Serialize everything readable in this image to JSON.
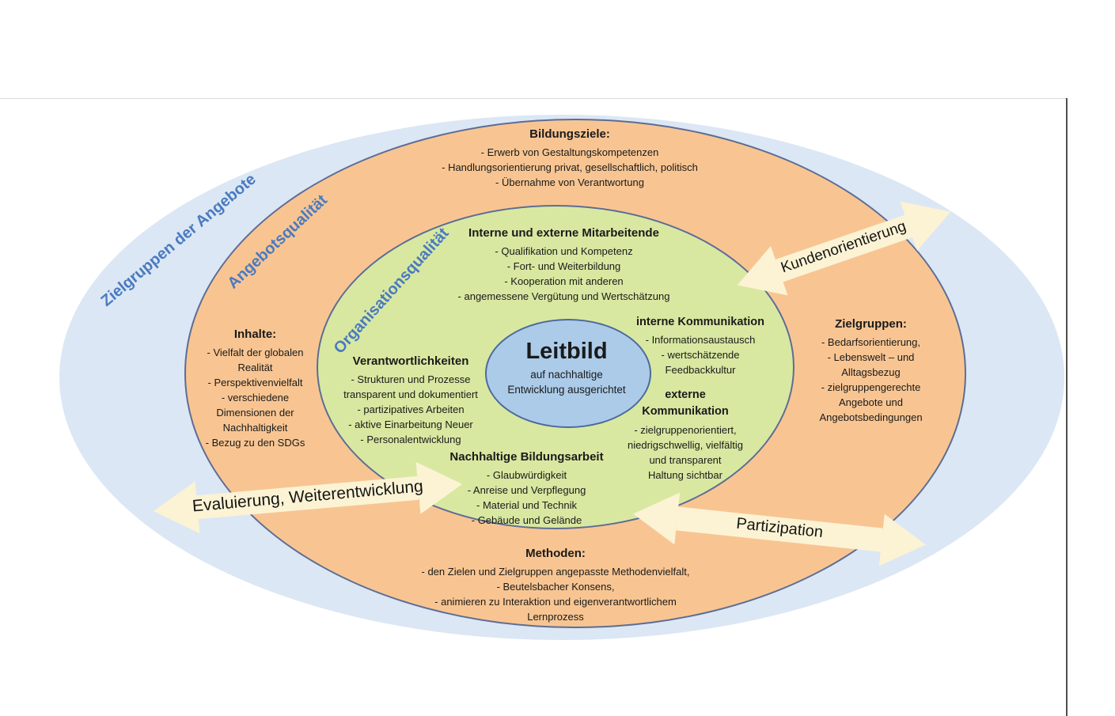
{
  "colors": {
    "outer_ring_fill": "#dbe7f4",
    "offer_ring_fill": "#f8c592",
    "organisation_ring_fill": "#d8e8a1",
    "core_fill": "#abcbe9",
    "ring_outline": "#5d6d96",
    "arrow_fill": "#fcf3d4",
    "ring_label_text": "#4a7ac0",
    "body_text": "#1a1a1a"
  },
  "rings": [
    {
      "label": "Zielgruppen der Angebote"
    },
    {
      "label": "Angebotsqualität"
    },
    {
      "label": "Organisationsqualität"
    }
  ],
  "center": {
    "title": "Leitbild",
    "subtitle_lines": [
      "auf nachhaltige",
      "Entwicklung ausgerichtet"
    ]
  },
  "arrows": [
    {
      "label": "Kundenorientierung"
    },
    {
      "label": "Evaluierung, Weiterentwicklung"
    },
    {
      "label": "Partizipation"
    }
  ],
  "blocks": {
    "bildungsziele": {
      "title": "Bildungsziele:",
      "lines": [
        "- Erwerb von Gestaltungskompetenzen",
        "- Handlungsorientierung privat, gesellschaftlich, politisch",
        "- Übernahme von Verantwortung"
      ]
    },
    "mitarbeitende": {
      "title": "Interne und externe Mitarbeitende",
      "lines": [
        "- Qualifikation und Kompetenz",
        "- Fort- und Weiterbildung",
        "- Kooperation mit anderen",
        "- angemessene Vergütung und Wertschätzung"
      ]
    },
    "inhalte": {
      "title": "Inhalte:",
      "lines": [
        "- Vielfalt der globalen",
        "Realität",
        "- Perspektivenvielfalt",
        "- verschiedene",
        "Dimensionen der",
        "Nachhaltigkeit",
        "- Bezug zu den SDGs"
      ]
    },
    "verantwortlichkeiten": {
      "title": "Verantwortlichkeiten",
      "lines": [
        "- Strukturen und Prozesse",
        "transparent und dokumentiert",
        "- partizipatives Arbeiten",
        "- aktive Einarbeitung Neuer",
        "- Personalentwicklung"
      ]
    },
    "interne_kommunikation": {
      "title": "interne Kommunikation",
      "lines": [
        "- Informationsaustausch",
        "- wertschätzende",
        "Feedbackkultur"
      ]
    },
    "externe_kommunikation": {
      "title": "externe Kommunikation",
      "lines": [
        "- zielgruppenorientiert,",
        "niedrigschwellig, vielfältig",
        "und transparent",
        "Haltung sichtbar"
      ]
    },
    "zielgruppen": {
      "title": "Zielgruppen:",
      "lines": [
        "- Bedarfsorientierung,",
        "- Lebenswelt – und",
        "Alltagsbezug",
        "- zielgruppengerechte",
        "Angebote und",
        "Angebotsbedingungen"
      ]
    },
    "nachhaltige_bildungsarbeit": {
      "title": "Nachhaltige Bildungsarbeit",
      "lines": [
        "- Glaubwürdigkeit",
        "- Anreise und Verpflegung",
        "- Material und Technik",
        "- Gebäude und Gelände"
      ]
    },
    "methoden": {
      "title": "Methoden:",
      "lines": [
        "- den Zielen und Zielgruppen angepasste Methodenvielfalt,",
        "- Beutelsbacher Konsens,",
        "- animieren zu Interaktion und eigenverantwortlichem",
        "Lernprozess"
      ]
    }
  }
}
